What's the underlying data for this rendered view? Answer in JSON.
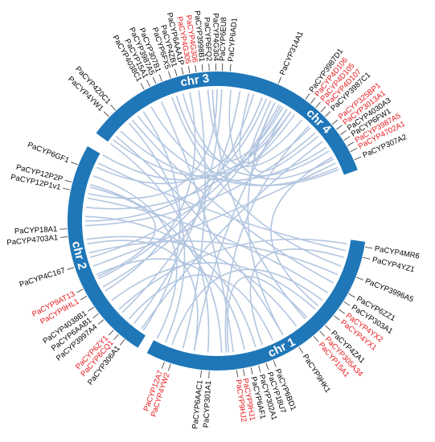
{
  "colors": {
    "chromosome": "#1f77b8",
    "link": "#b3c6e0",
    "label_normal": "#000000",
    "label_highlight": "#e8171b",
    "tick": "#333333"
  },
  "chromosomes": [
    {
      "id": "chr1",
      "label": "chr 1",
      "start": 98,
      "end": 208
    },
    {
      "id": "chr2",
      "label": "chr 2",
      "start": 212,
      "end": 300
    },
    {
      "id": "chr3",
      "label": "chr 3",
      "start": 306,
      "end": 396
    },
    {
      "id": "chr4",
      "label": "chr 4",
      "start": 21,
      "end": 70
    }
  ],
  "genes": [
    {
      "name": "PaCYP314A1",
      "angle": 24,
      "highlight": false
    },
    {
      "name": "PaCYP3987D1",
      "angle": 36,
      "highlight": false
    },
    {
      "name": "PaCYP4D106",
      "angle": 38.5,
      "highlight": true
    },
    {
      "name": "PaCYP4D105",
      "angle": 41,
      "highlight": true
    },
    {
      "name": "PaCYP4D107",
      "angle": 43.5,
      "highlight": true
    },
    {
      "name": "PaCYP3987C1",
      "angle": 46,
      "highlight": false
    },
    {
      "name": "PaCYP325BP1",
      "angle": 50,
      "highlight": true
    },
    {
      "name": "PaCYP3013A1",
      "angle": 52.5,
      "highlight": true
    },
    {
      "name": "PaCYP4030A3",
      "angle": 55,
      "highlight": false
    },
    {
      "name": "PaCYP6FW1",
      "angle": 57.5,
      "highlight": false
    },
    {
      "name": "PaCYP3987A5",
      "angle": 60,
      "highlight": true
    },
    {
      "name": "PaCYP4702A1",
      "angle": 62.5,
      "highlight": true
    },
    {
      "name": "PaCYP307A2",
      "angle": 66,
      "highlight": false
    },
    {
      "name": "PaCYP4MR6",
      "angle": 100,
      "highlight": false
    },
    {
      "name": "PaCYP4YZ1",
      "angle": 104,
      "highlight": false
    },
    {
      "name": "PaCYP3996A5",
      "angle": 112,
      "highlight": false
    },
    {
      "name": "PaCYP6ZZ1",
      "angle": 119,
      "highlight": false
    },
    {
      "name": "PaCYP303A1",
      "angle": 122.5,
      "highlight": false
    },
    {
      "name": "PaCYP4YX2",
      "angle": 126,
      "highlight": true
    },
    {
      "name": "PaCYP4YX1",
      "angle": 129,
      "highlight": true
    },
    {
      "name": "PaCYP4ZA1",
      "angle": 134,
      "highlight": false
    },
    {
      "name": "PaCYP305A34",
      "angle": 137,
      "highlight": true
    },
    {
      "name": "PaCYP15A1",
      "angle": 140,
      "highlight": true
    },
    {
      "name": "PaCYP9HK1",
      "angle": 147,
      "highlight": false
    },
    {
      "name": "PaCYP6BD1",
      "angle": 158,
      "highlight": false
    },
    {
      "name": "PaCYP18U7",
      "angle": 161,
      "highlight": false
    },
    {
      "name": "PaCYP302A1",
      "angle": 164,
      "highlight": false
    },
    {
      "name": "PaCYP6AF1",
      "angle": 167,
      "highlight": false
    },
    {
      "name": "PaCYP9HJ1",
      "angle": 170,
      "highlight": true
    },
    {
      "name": "PaCYP9HJ2",
      "angle": 172.5,
      "highlight": true
    },
    {
      "name": "PaCYP301A1",
      "angle": 183,
      "highlight": false
    },
    {
      "name": "PaCYP6AAC1",
      "angle": 186,
      "highlight": false
    },
    {
      "name": "PaCYP4YW2",
      "angle": 198,
      "highlight": true
    },
    {
      "name": "PaCYP12A7",
      "angle": 200.5,
      "highlight": true
    },
    {
      "name": "PaCYP306A1",
      "angle": 218,
      "highlight": false
    },
    {
      "name": "PaCYP6CQ1",
      "angle": 221,
      "highlight": true
    },
    {
      "name": "PaCYP6ZY1",
      "angle": 223.5,
      "highlight": true
    },
    {
      "name": "PaCYP3997A4",
      "angle": 229,
      "highlight": false
    },
    {
      "name": "PaCYP6AAB1",
      "angle": 232,
      "highlight": false
    },
    {
      "name": "PaCYP4038B1",
      "angle": 235,
      "highlight": false
    },
    {
      "name": "PaCYP9HL1",
      "angle": 240,
      "highlight": true
    },
    {
      "name": "PaCYP9AT13",
      "angle": 243,
      "highlight": true
    },
    {
      "name": "PaCYP4C167",
      "angle": 252,
      "highlight": false
    },
    {
      "name": "PaCYP4703A1",
      "angle": 264,
      "highlight": false
    },
    {
      "name": "PaCYP18A1",
      "angle": 267,
      "highlight": false
    },
    {
      "name": "PaCYP12P1v1",
      "angle": 282,
      "highlight": false
    },
    {
      "name": "PaCYP12P2P",
      "angle": 285,
      "highlight": false
    },
    {
      "name": "PaCYP6GF1",
      "angle": 292,
      "highlight": false
    },
    {
      "name": "PaCYP4YW1",
      "angle": 314,
      "highlight": false
    },
    {
      "name": "PaCYP4Z0C1",
      "angle": 317.5,
      "highlight": false
    },
    {
      "name": "PaCYP4038C1",
      "angle": 331,
      "highlight": false
    },
    {
      "name": "PaCYP15A1",
      "angle": 333.5,
      "highlight": false
    },
    {
      "name": "PaCYP3987A5",
      "angle": 336,
      "highlight": false
    },
    {
      "name": "PaCYP307B1",
      "angle": 338.5,
      "highlight": false
    },
    {
      "name": "PaCYP6FX5",
      "angle": 342,
      "highlight": false
    },
    {
      "name": "PaCYP4ZB1",
      "angle": 344.5,
      "highlight": false
    },
    {
      "name": "PaCYP6AAA1P",
      "angle": 347,
      "highlight": false
    },
    {
      "name": "PaCYP4G305",
      "angle": 349.5,
      "highlight": true
    },
    {
      "name": "PaCYP4G306",
      "angle": 352,
      "highlight": true
    },
    {
      "name": "PaCYP3998B1",
      "angle": 354.5,
      "highlight": false
    },
    {
      "name": "PaCYP6FQ2",
      "angle": 357,
      "highlight": false
    },
    {
      "name": "PaCYP4G304",
      "angle": 359.5,
      "highlight": false
    },
    {
      "name": "PaCYP6EU8",
      "angle": 362,
      "highlight": false
    },
    {
      "name": "PaCYP6AD1",
      "angle": 365,
      "highlight": false
    }
  ],
  "links": [
    [
      26,
      150
    ],
    [
      29,
      240
    ],
    [
      32,
      190
    ],
    [
      34,
      300
    ],
    [
      44,
      176
    ],
    [
      48,
      268
    ],
    [
      53,
      215
    ],
    [
      58,
      345
    ],
    [
      61,
      130
    ],
    [
      64,
      250
    ],
    [
      67,
      330
    ],
    [
      100,
      228
    ],
    [
      103,
      296
    ],
    [
      106,
      160
    ],
    [
      110,
      340
    ],
    [
      114,
      256
    ],
    [
      118,
      320
    ],
    [
      123,
      280
    ],
    [
      127,
      200
    ],
    [
      132,
      233
    ],
    [
      138,
      358
    ],
    [
      143,
      262
    ],
    [
      150,
      310
    ],
    [
      155,
      222
    ],
    [
      163,
      272
    ],
    [
      168,
      246
    ],
    [
      173,
      335
    ],
    [
      178,
      286
    ],
    [
      184,
      306
    ],
    [
      190,
      260
    ],
    [
      195,
      352
    ],
    [
      203,
      318
    ],
    [
      207,
      290
    ],
    [
      214,
      326
    ],
    [
      219,
      362
    ],
    [
      226,
      370
    ],
    [
      238,
      348
    ],
    [
      244,
      376
    ],
    [
      254,
      388
    ],
    [
      270,
      382
    ],
    [
      276,
      392
    ],
    [
      282,
      360
    ],
    [
      294,
      380
    ],
    [
      308,
      40
    ],
    [
      313,
      56
    ],
    [
      323,
      66
    ],
    [
      342,
      30
    ],
    [
      356,
      45
    ],
    [
      366,
      62
    ],
    [
      374,
      36
    ],
    [
      386,
      50
    ],
    [
      394,
      24
    ],
    [
      137,
      175
    ],
    [
      245,
      285
    ]
  ]
}
